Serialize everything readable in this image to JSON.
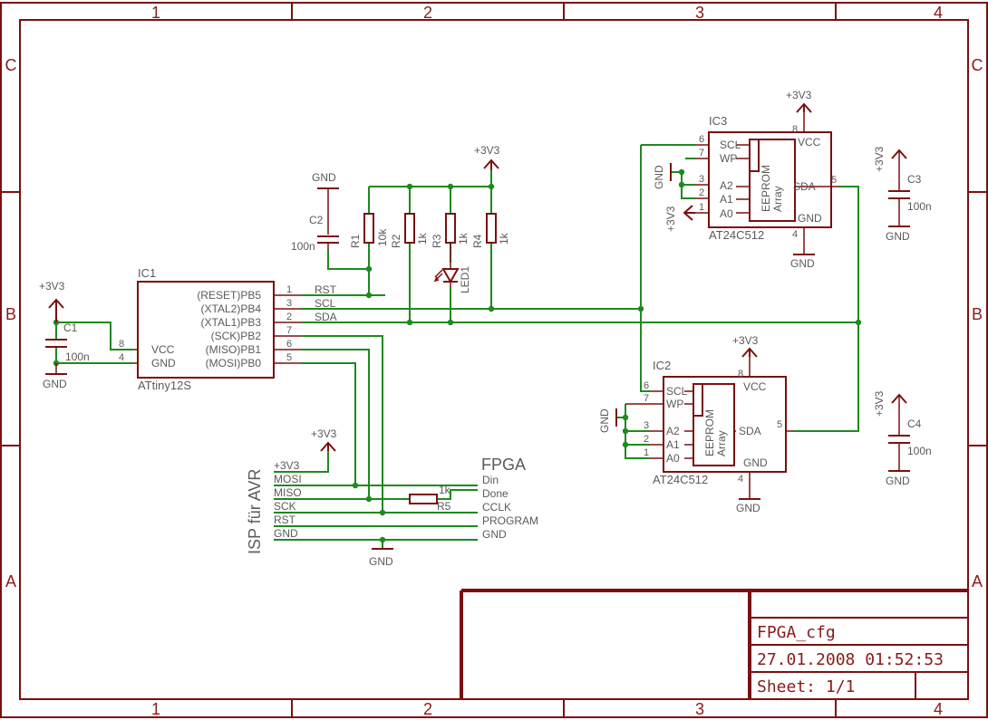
{
  "frame": {
    "columns": [
      "1",
      "2",
      "3",
      "4"
    ],
    "rows": [
      "C",
      "B",
      "A"
    ]
  },
  "title_block": {
    "name": "FPGA_cfg",
    "date": "27.01.2008 01:52:53",
    "sheet": "Sheet: 1/1"
  },
  "isp": {
    "title": "ISP für AVR",
    "lines": [
      "+3V3",
      "MOSI",
      "MISO",
      "SCK",
      "RST",
      "GND"
    ]
  },
  "fpga": {
    "title": "FPGA",
    "lines": [
      "Din",
      "Done",
      "CCLK",
      "PROGRAM",
      "GND"
    ]
  },
  "ic1": {
    "name": "IC1",
    "value": "ATtiny12S",
    "pins_right": [
      {
        "label": "(RESET)PB5",
        "num": "1",
        "net": "RST"
      },
      {
        "label": "(XTAL2)PB4",
        "num": "3",
        "net": "SCL"
      },
      {
        "label": "(XTAL1)PB3",
        "num": "2",
        "net": "SDA"
      },
      {
        "label": "(SCK)PB2",
        "num": "7"
      },
      {
        "label": "(MISO)PB1",
        "num": "6"
      },
      {
        "label": "(MOSI)PB0",
        "num": "5"
      }
    ],
    "pins_left": [
      {
        "label": "VCC",
        "num": "8"
      },
      {
        "label": "GND",
        "num": "4"
      }
    ]
  },
  "ic3": {
    "name": "IC3",
    "value": "AT24C512",
    "left_pins": [
      {
        "label": "SCL",
        "num": "6"
      },
      {
        "label": "WP",
        "num": "7"
      },
      {
        "label": "A2",
        "num": "3"
      },
      {
        "label": "A1",
        "num": "2"
      },
      {
        "label": "A0",
        "num": "1"
      }
    ],
    "vcc": "VCC",
    "vcc_num": "8",
    "gnd": "GND",
    "gnd_num": "4",
    "sda": "SDA",
    "sda_num": "5",
    "array_top": "EEPROM",
    "array_bottom": "Array"
  },
  "ic2": {
    "name": "IC2",
    "value": "AT24C512",
    "left_pins": [
      {
        "label": "SCL",
        "num": "6"
      },
      {
        "label": "WP",
        "num": "7"
      },
      {
        "label": "A2",
        "num": "3"
      },
      {
        "label": "A1",
        "num": "2"
      },
      {
        "label": "A0",
        "num": "1"
      }
    ],
    "vcc": "VCC",
    "vcc_num": "8",
    "gnd": "GND",
    "gnd_num": "4",
    "sda": "SDA",
    "sda_num": "5",
    "array_top": "EEPROM",
    "array_bottom": "Array"
  },
  "components": {
    "r1": {
      "name": "R1",
      "value": "10k"
    },
    "r2": {
      "name": "R2",
      "value": "1k"
    },
    "r3": {
      "name": "R3",
      "value": "1k"
    },
    "r4": {
      "name": "R4",
      "value": "1k"
    },
    "r5": {
      "name": "R5",
      "value": "1k"
    },
    "led1": {
      "name": "LED1"
    },
    "c1": {
      "name": "C1",
      "value": "100n"
    },
    "c2": {
      "name": "C2",
      "value": "100n"
    },
    "c3": {
      "name": "C3",
      "value": "100n"
    },
    "c4": {
      "name": "C4",
      "value": "100n"
    }
  },
  "supplies": {
    "vcc": "+3V3",
    "gnd": "GND"
  }
}
